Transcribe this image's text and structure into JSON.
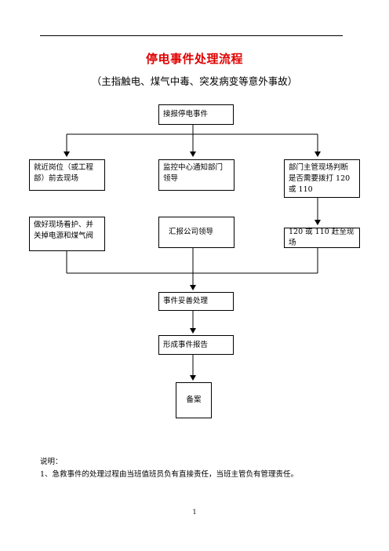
{
  "title": "停电事件处理流程",
  "subtitle": "（主指触电、煤气中毒、突发病变等意外事故）",
  "nodes": {
    "start": "接报停电事件",
    "left1": "就近岗位（或工程部）前去现场",
    "mid1": "监控中心通知部门领导",
    "right1": "部门主管现场判断是否需要拨打 120 或 110",
    "left2": "做好现场看护、并关掉电源和煤气阀",
    "mid2": "汇报公司领导",
    "right2": "120 或 110 赶至现场",
    "step3": "事件妥善处理",
    "step4": "形成事件报告",
    "step5": "备案"
  },
  "notes": {
    "heading": "说明：",
    "item1": "1、急救事件的处理过程由当班值班员负有直接责任，当班主管负有管理责任。"
  },
  "page_number": "1"
}
